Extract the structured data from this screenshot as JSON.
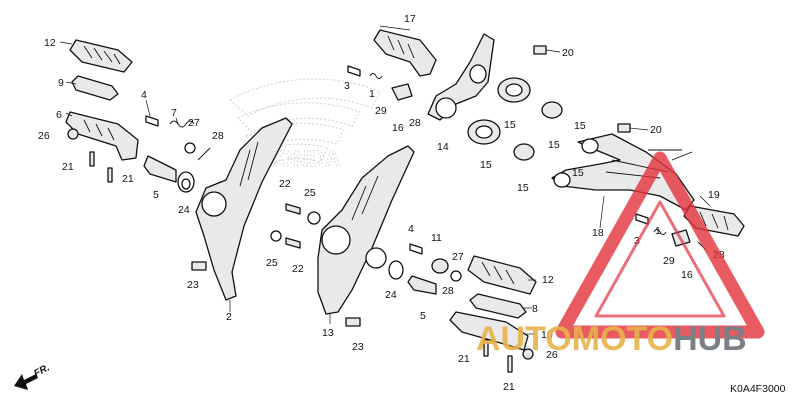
{
  "diagram": {
    "code": "K0A4F3000",
    "direction_label": "FR.",
    "emblem_text": "HONDA",
    "callouts": [
      {
        "id": "c1",
        "text": "12"
      },
      {
        "id": "c2",
        "text": "9"
      },
      {
        "id": "c3",
        "text": "6"
      },
      {
        "id": "c4",
        "text": "26"
      },
      {
        "id": "c5",
        "text": "21"
      },
      {
        "id": "c6",
        "text": "21"
      },
      {
        "id": "c7",
        "text": "4"
      },
      {
        "id": "c8",
        "text": "7"
      },
      {
        "id": "c9",
        "text": "27"
      },
      {
        "id": "c10",
        "text": "28"
      },
      {
        "id": "c11",
        "text": "5"
      },
      {
        "id": "c12",
        "text": "24"
      },
      {
        "id": "c13",
        "text": "17"
      },
      {
        "id": "c14",
        "text": "20"
      },
      {
        "id": "c15",
        "text": "3"
      },
      {
        "id": "c16",
        "text": "1"
      },
      {
        "id": "c17",
        "text": "29"
      },
      {
        "id": "c18",
        "text": "16"
      },
      {
        "id": "c19",
        "text": "28"
      },
      {
        "id": "c20",
        "text": "14"
      },
      {
        "id": "c21",
        "text": "15"
      },
      {
        "id": "c22",
        "text": "15"
      },
      {
        "id": "c23",
        "text": "15"
      },
      {
        "id": "c24",
        "text": "15"
      },
      {
        "id": "c25",
        "text": "15"
      },
      {
        "id": "c26",
        "text": "15"
      },
      {
        "id": "c27",
        "text": "20"
      },
      {
        "id": "c28",
        "text": "22"
      },
      {
        "id": "c29",
        "text": "25"
      },
      {
        "id": "c30",
        "text": "25"
      },
      {
        "id": "c31",
        "text": "22"
      },
      {
        "id": "c32",
        "text": "23"
      },
      {
        "id": "c33",
        "text": "2"
      },
      {
        "id": "c34",
        "text": "4"
      },
      {
        "id": "c35",
        "text": "11"
      },
      {
        "id": "c36",
        "text": "27"
      },
      {
        "id": "c37",
        "text": "24"
      },
      {
        "id": "c38",
        "text": "28"
      },
      {
        "id": "c39",
        "text": "5"
      },
      {
        "id": "c40",
        "text": "12"
      },
      {
        "id": "c41",
        "text": "8"
      },
      {
        "id": "c42",
        "text": "10"
      },
      {
        "id": "c43",
        "text": "21"
      },
      {
        "id": "c44",
        "text": "26"
      },
      {
        "id": "c45",
        "text": "21"
      },
      {
        "id": "c46",
        "text": "13"
      },
      {
        "id": "c47",
        "text": "23"
      },
      {
        "id": "c48",
        "text": "19"
      },
      {
        "id": "c49",
        "text": "18"
      },
      {
        "id": "c50",
        "text": "3"
      },
      {
        "id": "c51",
        "text": "1"
      },
      {
        "id": "c52",
        "text": "29"
      },
      {
        "id": "c53",
        "text": "28"
      },
      {
        "id": "c54",
        "text": "16"
      }
    ]
  },
  "watermark": {
    "text_part1": "AUTOMOTO",
    "text_part2": "HUB",
    "color_red": "#e2323c",
    "color_gold": "#e8b24a",
    "color_gray": "#7b7f86"
  }
}
